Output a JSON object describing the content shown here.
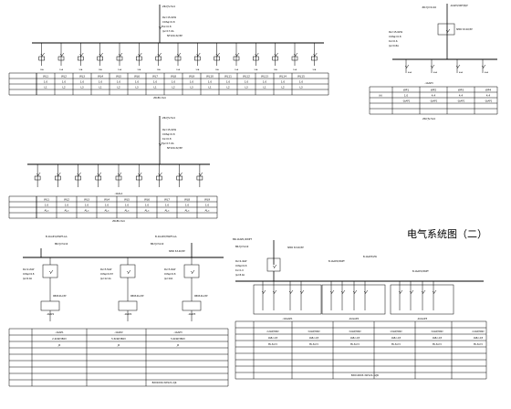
{
  "title": "电气系统图（二）",
  "panel1": {
    "feeder_top": "ZR-YJV-5x4",
    "breaker_main": "NT100-32/3P",
    "params": [
      "Pe=15.0kW",
      "COSφ=0.8",
      "Kx=0.8",
      "Ijs=17.0A"
    ],
    "circuits": [
      "WL1",
      "WL2",
      "WL3",
      "WL4",
      "WL5",
      "WL6",
      "WL7",
      "WL8",
      "WL9",
      "WL10",
      "WL11",
      "WL12",
      "WL13",
      "WL14",
      "WL15"
    ],
    "powers": [
      "1.0",
      "1.0",
      "1.0",
      "1.0",
      "1.0",
      "1.0",
      "1.0",
      "1.0",
      "1.0",
      "1.0",
      "1.0",
      "1.0",
      "1.0",
      "1.0",
      "1.0"
    ],
    "phases": [
      "L1",
      "L2",
      "L3",
      "L1",
      "L2",
      "L3",
      "L1",
      "L2",
      "L3",
      "L1",
      "L2",
      "L3",
      "L1",
      "L2",
      "L3"
    ],
    "feeder_bottom": "ZR-BV-3x4"
  },
  "panel2": {
    "feeder_top": "ZR-YJV-5x4",
    "breaker_main": "NT100-32/3P",
    "params": [
      "Pe=15.0kW",
      "COSφ=0.8",
      "Kx=0.8",
      "Ijs=17.0A"
    ],
    "circuits": [
      "WL1",
      "WL2",
      "WL3",
      "WL4",
      "WL5",
      "WL6",
      "WL7",
      "WL8",
      "WL9"
    ],
    "powers": [
      "1.0",
      "1.0",
      "1.0",
      "1.0",
      "1.0",
      "1.0",
      "1.0",
      "1.0",
      "1.0"
    ],
    "phases": [
      "ALc",
      "ALc",
      "ALc",
      "ALc",
      "ALc",
      "ALc",
      "ALc",
      "ALc",
      "ALc"
    ],
    "box_label": "-1bAL1",
    "feeder_bottom": "ZR-BV-3x4"
  },
  "panel3": {
    "feeder_top": "ZR-YJV-5x16",
    "ref": "-1bAP3/4WT(R)P",
    "breaker_main": "SIMO 63-40/3P",
    "params": [
      "Pe=15.6kW",
      "COSφ=0.8",
      "Kx=0.6",
      "Ijs=0.8A"
    ],
    "box_label": "-1bAP3",
    "circuits": [
      "WP1",
      "WP2",
      "WP3",
      "WP4"
    ],
    "powers": [
      "1.0",
      "4.4",
      "4.4",
      "4.4"
    ],
    "row_label": "(A)",
    "refs": [
      "-1bAP1",
      "-1bAP1",
      "-1bAP1",
      "-1bAP1"
    ],
    "feeder_bottom": "ZR-YJV-5x4"
  },
  "panel4": {
    "ref_a": "B-1bAP1/2WPT-AA",
    "ref_b": "B-1bAP2/3WPT-AA",
    "feeder_a": "BR-YJV-5x10",
    "feeder_b": "BR-YJV-5x10",
    "breaker_main": "SIMO 63-40/3P",
    "params_a": [
      "Pe=2.2kW",
      "COSφ=0.8",
      "Ijs=6.0A"
    ],
    "params_b": [
      "Pe=5.5kW",
      "COSφ=0.87",
      "Ijs=12.4A"
    ],
    "params_c": [
      "Pe=5.0kW",
      "COSφ=0.8",
      "Ijs=10A"
    ],
    "ctrl_labels": [
      "DB08-01A/3P",
      "DB08-01A/3P",
      "DB08-01A/3P"
    ],
    "box_labels": [
      "-1bAP1",
      "-1bAP2",
      "-1bAP3"
    ],
    "ratings": [
      "2.2kW/380V",
      "5.5kW/380V",
      "5.0kW/380V"
    ],
    "types": [
      "JX",
      "JX",
      "JX"
    ],
    "note": "BX01000-3W121.2JK"
  },
  "panel5": {
    "ref_a": "BR-1bAP1/2WPT",
    "feeder_a": "BR-YJV-5x10",
    "breaker_main": "SIMO 63-40/3P",
    "params": [
      "Pe=4.4kW",
      "COSφ=0.8",
      "Kx=1.0",
      "Ijs=8.0A"
    ],
    "ref_b": "B-1bAP2/4WPT",
    "ref_c": "B-1bAP3/2W",
    "ref_d": "B-1bAP1/4WPT",
    "box_labels": [
      "-1bGAP1",
      "-1bGAP2",
      "-1bGAP3"
    ],
    "ratings": [
      "2.2kW/380V",
      "3.0kW/380V",
      "3.0kW/380V",
      "1.5kW/380V",
      "3.0kW/380V",
      "2.2kW/380V"
    ],
    "types": [
      "GSB-I-2/5",
      "GSB-I-2/5",
      "GSB-I-2/5",
      "GSB-I-2/5",
      "GSB-I-2/5",
      "GSB-I-2/5"
    ],
    "cables": [
      "BV-5x2.5",
      "BV-5x2.5",
      "BV-5x2.5",
      "BV-5x2.5",
      "BV-5x2.5",
      "BV-5x2.5"
    ],
    "note": "BX010003-3W121-12JK"
  }
}
